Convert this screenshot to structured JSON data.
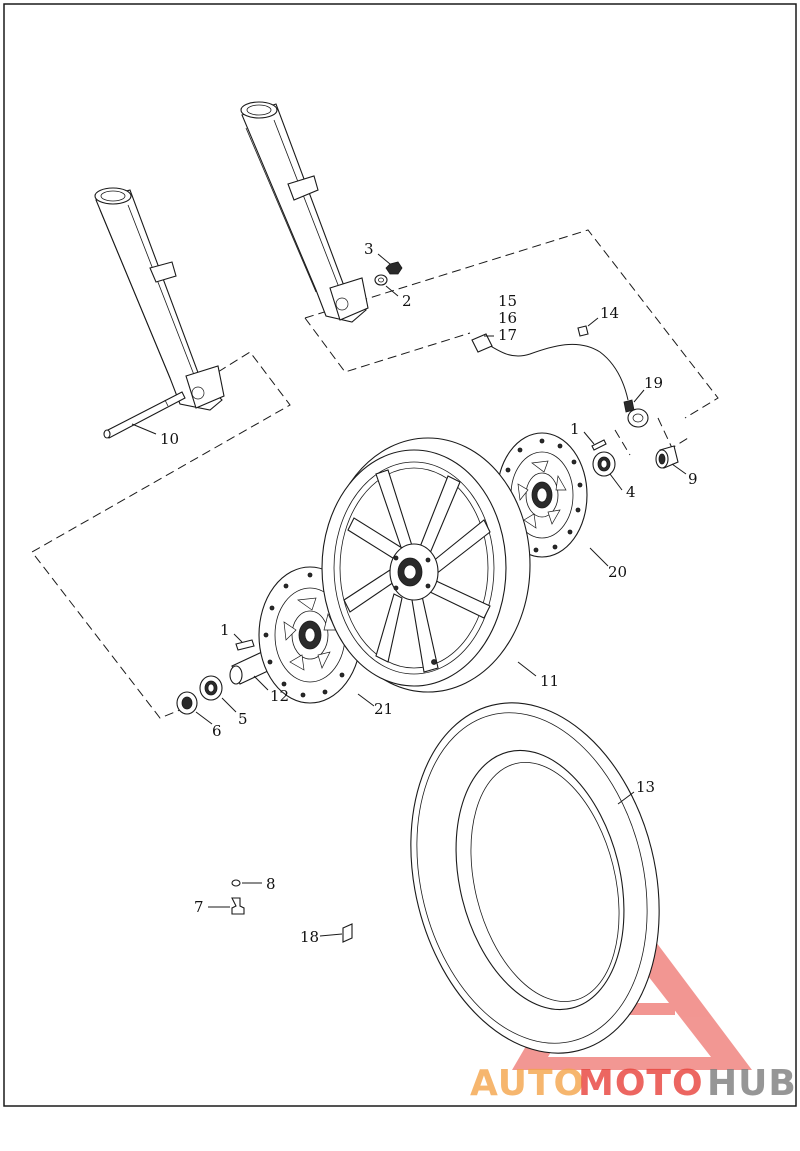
{
  "diagram": {
    "callouts": {
      "c1_upper": "1",
      "c1_lower": "1",
      "c2": "2",
      "c3": "3",
      "c4": "4",
      "c5": "5",
      "c6": "6",
      "c7": "7",
      "c8": "8",
      "c9": "9",
      "c10": "10",
      "c11": "11",
      "c12": "12",
      "c13": "13",
      "c14": "14",
      "c15": "15",
      "c16": "16",
      "c17": "17",
      "c18": "18",
      "c19": "19",
      "c20": "20",
      "c21": "21"
    }
  },
  "watermark": {
    "part1": "AUTO",
    "part2": "MOTO",
    "part3": "HUB",
    "color_orange": "#f4a44a",
    "color_red": "#e8413a",
    "color_gray": "#7d7d7d"
  }
}
